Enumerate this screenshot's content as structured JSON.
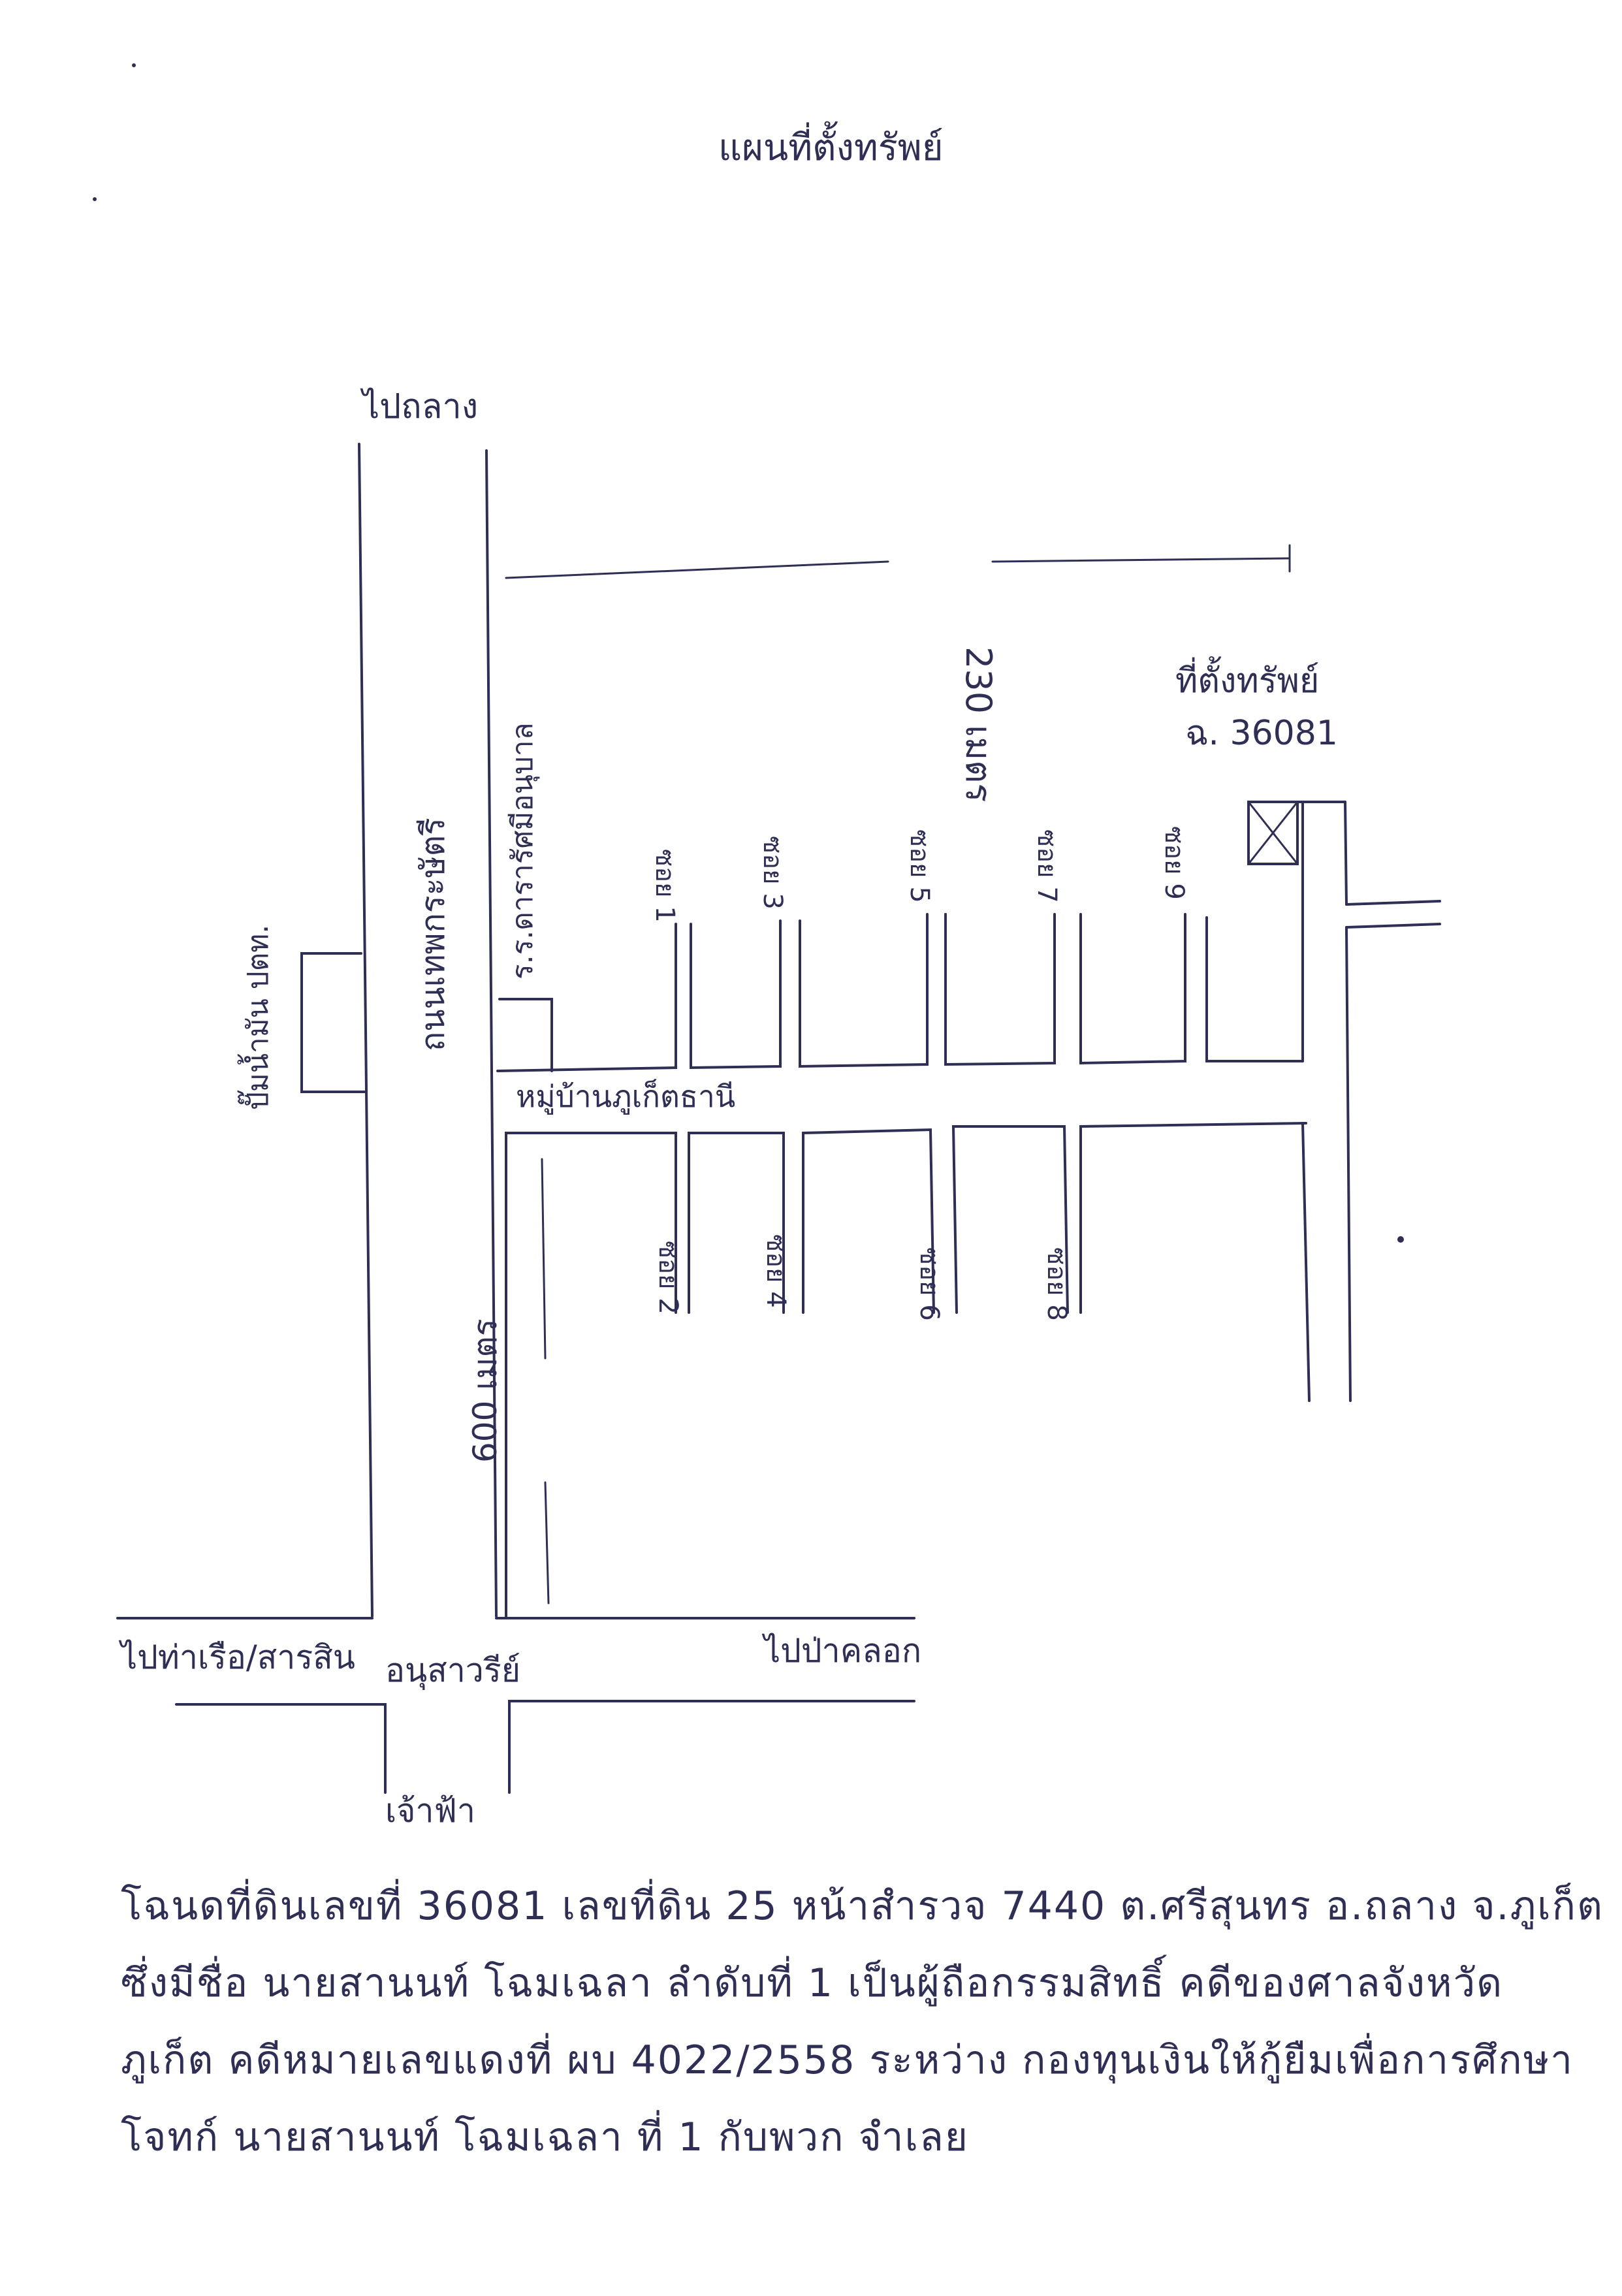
{
  "title": "แผนที่ตั้งทรัพย์",
  "labels": {
    "to_thalang": "ไปถลาง",
    "to_sarasin": "ไปท่าเรือ/สารสิน",
    "monument": "อนุสาวรีย์",
    "to_pa_khlok": "ไปป่าคลอก",
    "to_chao_fa": "เจ้าฟ้า",
    "main_road": "ถนนเทพกระษัตรี",
    "market": "ปั๊มน้ำมัน ปตท.",
    "school": "ร.ร.ดารารัศมีอนุบาล",
    "village": "หมู่บ้านภูเก็ตธานี",
    "property_line1": "ที่ตั้งทรัพย์",
    "property_line2": "ฉ. 36081",
    "dist_top": "230 เมตร",
    "dist_left": "600 เมตร"
  },
  "sois_north": [
    "ซอย 1",
    "ซอย 3",
    "ซอย 5",
    "ซอย 7",
    "ซอย 9"
  ],
  "sois_south": [
    "ซอย 2",
    "ซอย 4",
    "ซอย 6",
    "ซอย 8"
  ],
  "notes": [
    "โฉนดที่ดินเลขที่ 36081 เลขที่ดิน 25 หน้าสำรวจ 7440 ต.ศรีสุนทร อ.ถลาง จ.ภูเก็ต",
    "ซึ่งมีชื่อ นายสานนท์ โฉมเฉลา ลำดับที่ 1 เป็นผู้ถือกรรมสิทธิ์ คดีของศาลจังหวัด",
    "ภูเก็ต คดีหมายเลขแดงที่ ผบ 4022/2558 ระหว่าง กองทุนเงินให้กู้ยืมเพื่อการศึกษา",
    "โจทก์ นายสานนท์ โฉมเฉลา ที่ 1 กับพวก จำเลย"
  ]
}
